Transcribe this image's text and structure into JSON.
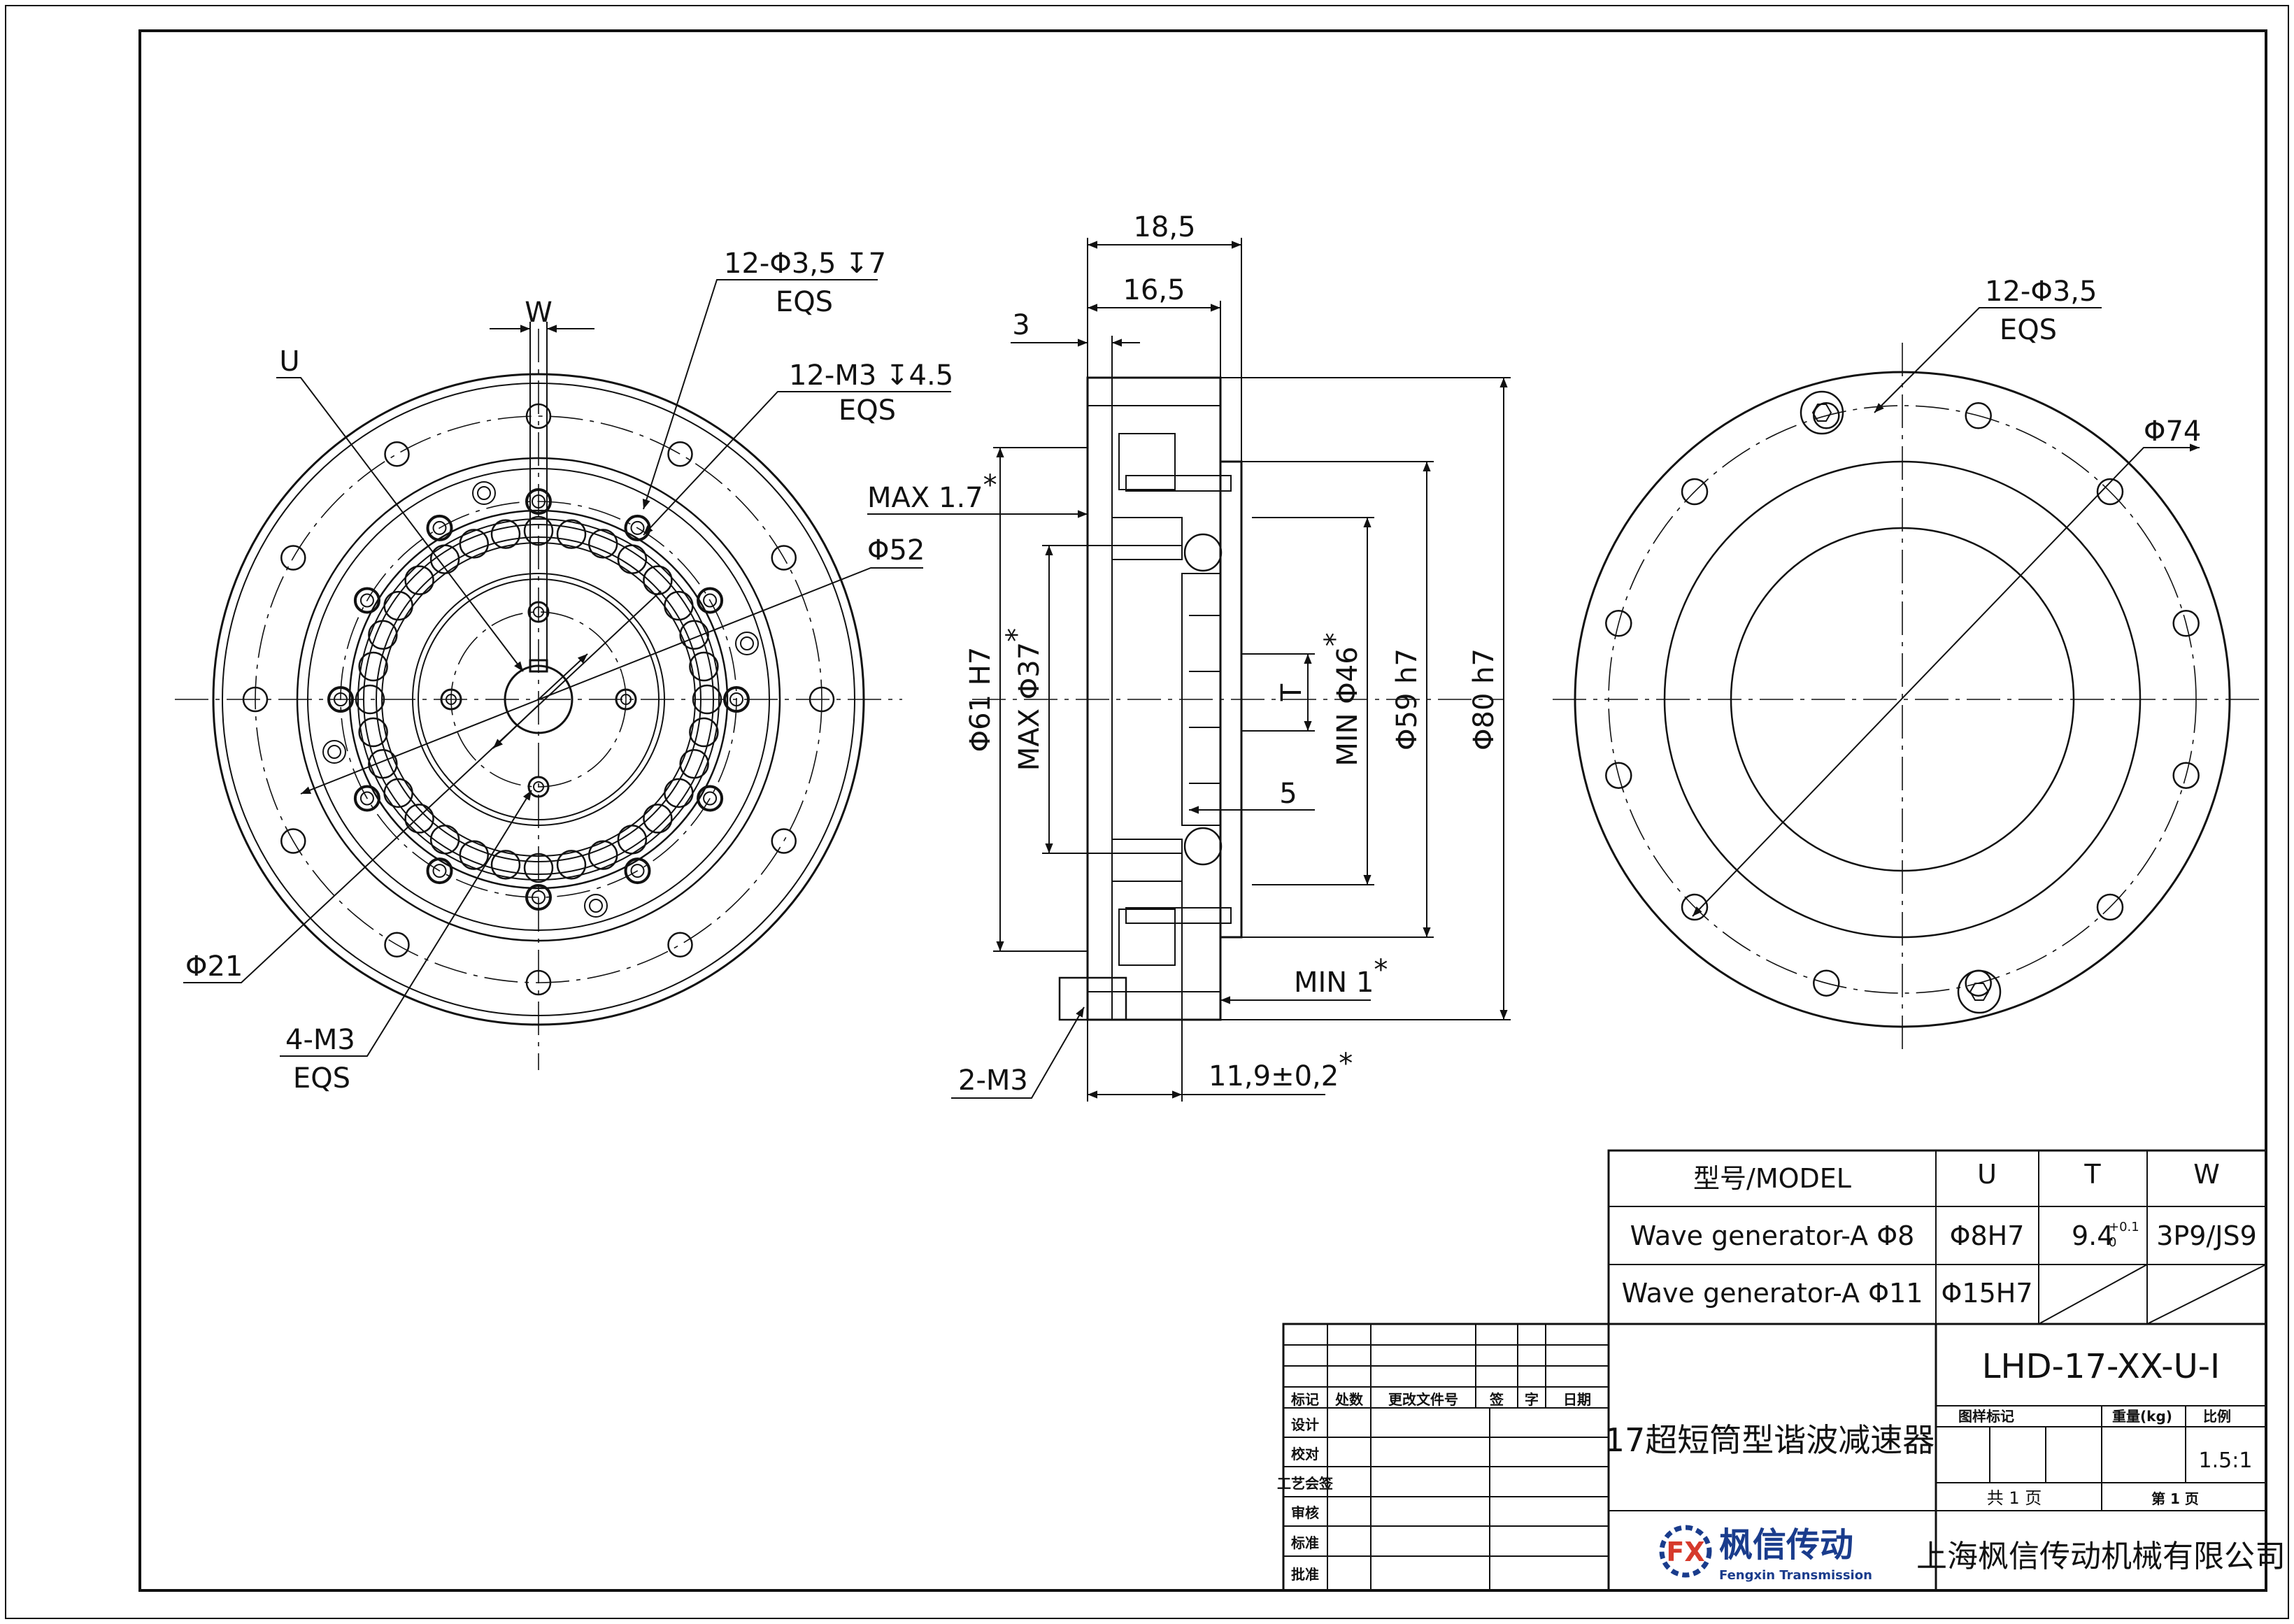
{
  "colors": {
    "line": "#111111",
    "brand": "#1a3c8c",
    "brand_accent": "#d63a2c",
    "paper": "#ffffff"
  },
  "front_view": {
    "W": "W",
    "U": "U",
    "hole_12": "12-Φ3,5",
    "hole_12_depth": "7",
    "eqs_a": "EQS",
    "tap_12": "12-M3",
    "tap_12_depth": "4.5",
    "eqs_b": "EQS",
    "dia_52": "Φ52",
    "dia_21": "Φ21",
    "tap_4": "4-M3",
    "eqs_c": "EQS"
  },
  "section_view": {
    "d_18_5": "18,5",
    "d_16_5": "16,5",
    "d_3": "3",
    "max_1_7": "MAX 1.7",
    "star": "*",
    "d_61": "Φ61 H7",
    "d_37": "MAX Φ37",
    "T": "T",
    "d_46": "MIN Φ46",
    "d_59": "Φ59 h7",
    "d_80": "Φ80 h7",
    "d_5": "5",
    "min_1": "MIN 1",
    "tap_2": "2-M3",
    "d_11_9": "11,9±0,2"
  },
  "rear_view": {
    "hole_12": "12-Φ3,5",
    "eqs": "EQS",
    "dia_74": "Φ74"
  },
  "spec_table": {
    "headers": [
      "型号/MODEL",
      "U",
      "T",
      "W"
    ],
    "rows": [
      {
        "model": "Wave generator-A Φ8",
        "u": "Φ8H7",
        "t": "9.4",
        "t_tol_upper": "+0.1",
        "t_tol_lower": "0",
        "w": "3P9/JS9"
      },
      {
        "model": "Wave generator-A Φ11",
        "u": "Φ15H7"
      }
    ]
  },
  "title_block": {
    "part_number": "LHD-17-XX-U-I",
    "name": "17超短筒型谐波减速器",
    "rev_headers": [
      "标记",
      "处数",
      "更改文件号",
      "签",
      "字",
      "日期"
    ],
    "role_labels": [
      "设计",
      "校对",
      "工艺会签",
      "审核",
      "标准",
      "批准"
    ],
    "stage_label": "图样标记",
    "weight_label": "重量(kg)",
    "scale_label": "比例",
    "scale": "1.5:1",
    "sheets_total": "共 1 页",
    "sheet_no": "第 1 页",
    "company_cn": "上海枫信传动机械有限公司",
    "logo_cn": "枫信传动",
    "logo_en": "Fengxin Transmission",
    "logo_mark": "FX"
  }
}
